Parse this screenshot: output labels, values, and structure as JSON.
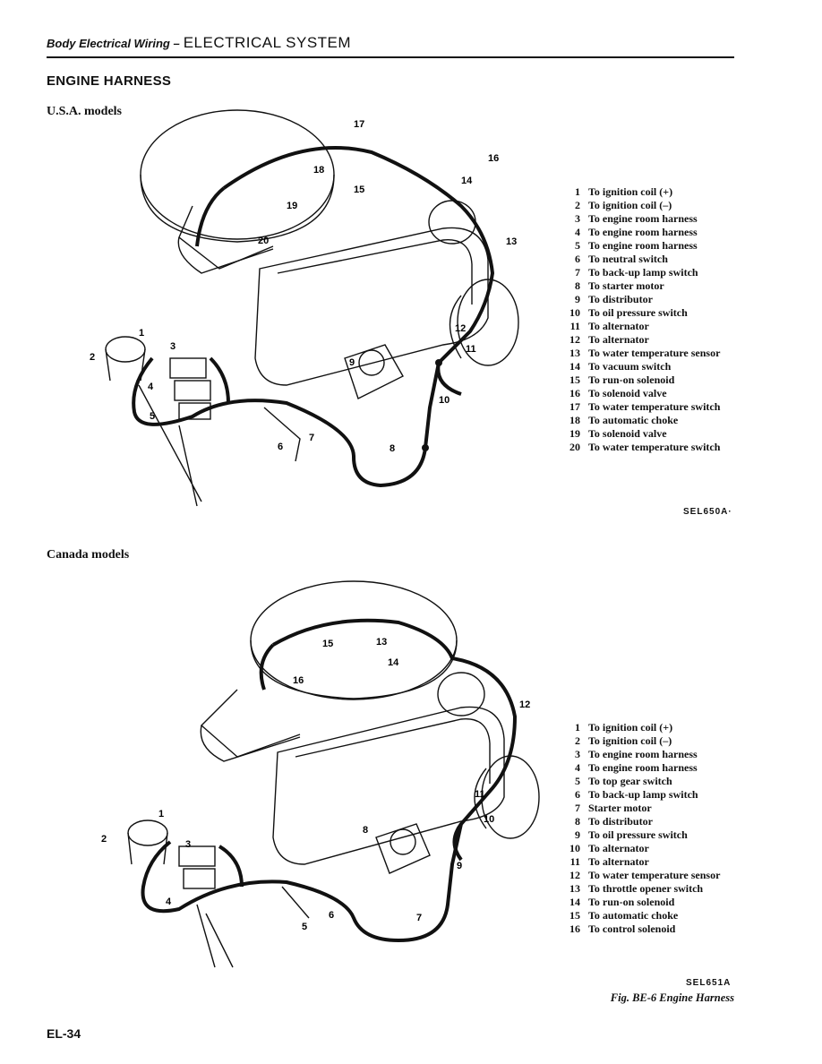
{
  "header": {
    "section": "Body Electrical Wiring –",
    "title": "ELECTRICAL SYSTEM"
  },
  "section_title": "ENGINE HARNESS",
  "usa": {
    "subtitle": "U.S.A. models",
    "figure_code": "SEL650A·",
    "callouts": [
      "1",
      "2",
      "3",
      "4",
      "5",
      "6",
      "7",
      "8",
      "9",
      "10",
      "11",
      "12",
      "13",
      "14",
      "15",
      "16",
      "17",
      "18",
      "19",
      "20"
    ],
    "legend": [
      {
        "num": "1",
        "text": "To ignition coil (+)"
      },
      {
        "num": "2",
        "text": "To ignition coil (–)"
      },
      {
        "num": "3",
        "text": "To engine room harness"
      },
      {
        "num": "4",
        "text": "To engine room harness"
      },
      {
        "num": "5",
        "text": "To engine room harness"
      },
      {
        "num": "6",
        "text": "To neutral switch"
      },
      {
        "num": "7",
        "text": "To back-up lamp switch"
      },
      {
        "num": "8",
        "text": "To starter motor"
      },
      {
        "num": "9",
        "text": "To distributor"
      },
      {
        "num": "10",
        "text": "To oil pressure switch"
      },
      {
        "num": "11",
        "text": "To alternator"
      },
      {
        "num": "12",
        "text": "To alternator"
      },
      {
        "num": "13",
        "text": "To water temperature sensor"
      },
      {
        "num": "14",
        "text": "To vacuum switch"
      },
      {
        "num": "15",
        "text": "To run-on solenoid"
      },
      {
        "num": "16",
        "text": "To solenoid valve"
      },
      {
        "num": "17",
        "text": "To water temperature switch"
      },
      {
        "num": "18",
        "text": "To automatic choke"
      },
      {
        "num": "19",
        "text": "To solenoid valve"
      },
      {
        "num": "20",
        "text": "To water temperature switch"
      }
    ]
  },
  "canada": {
    "subtitle": "Canada models",
    "figure_code": "SEL651A",
    "callouts": [
      "1",
      "2",
      "3",
      "4",
      "5",
      "6",
      "7",
      "8",
      "9",
      "10",
      "11",
      "12",
      "13",
      "14",
      "15",
      "16"
    ],
    "legend": [
      {
        "num": "1",
        "text": "To ignition coil (+)"
      },
      {
        "num": "2",
        "text": "To ignition coil (–)"
      },
      {
        "num": "3",
        "text": "To engine room harness"
      },
      {
        "num": "4",
        "text": "To engine room harness"
      },
      {
        "num": "5",
        "text": "To top gear switch"
      },
      {
        "num": "6",
        "text": "To back-up lamp switch"
      },
      {
        "num": "7",
        "text": "Starter motor"
      },
      {
        "num": "8",
        "text": "To distributor"
      },
      {
        "num": "9",
        "text": "To oil pressure switch"
      },
      {
        "num": "10",
        "text": "To alternator"
      },
      {
        "num": "11",
        "text": "To alternator"
      },
      {
        "num": "12",
        "text": "To water temperature sensor"
      },
      {
        "num": "13",
        "text": "To throttle opener switch"
      },
      {
        "num": "14",
        "text": "To run-on solenoid"
      },
      {
        "num": "15",
        "text": "To automatic choke"
      },
      {
        "num": "16",
        "text": "To control solenoid"
      }
    ]
  },
  "caption": "Fig. BE-6 Engine Harness",
  "page_number": "EL-34"
}
